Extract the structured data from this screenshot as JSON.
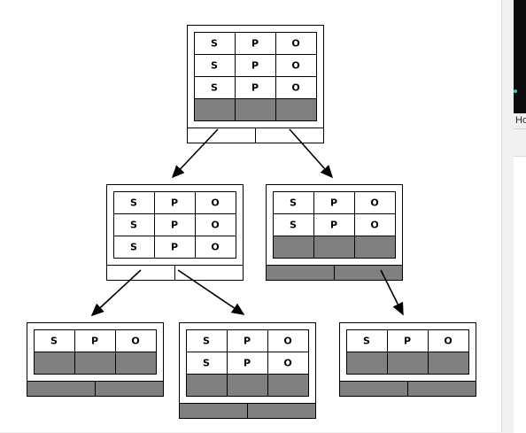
{
  "side": {
    "label": "Ho"
  },
  "diagram": {
    "colors": {
      "line": "#000000",
      "shade": "#808080",
      "paper": "#ffffff"
    },
    "nodes": [
      {
        "id": "root",
        "rows": [
          [
            "S",
            "P",
            "O"
          ],
          [
            "S",
            "P",
            "O"
          ],
          [
            "S",
            "P",
            "O"
          ]
        ],
        "empty_rows": 1,
        "pointer_shaded": false
      },
      {
        "id": "mid-left",
        "rows": [
          [
            "S",
            "P",
            "O"
          ],
          [
            "S",
            "P",
            "O"
          ],
          [
            "S",
            "P",
            "O"
          ]
        ],
        "empty_rows": 0,
        "pointer_shaded": false
      },
      {
        "id": "mid-right",
        "rows": [
          [
            "S",
            "P",
            "O"
          ],
          [
            "S",
            "P",
            "O"
          ]
        ],
        "empty_rows": 1,
        "pointer_shaded": true
      },
      {
        "id": "leaf-1",
        "rows": [
          [
            "S",
            "P",
            "O"
          ]
        ],
        "empty_rows": 1,
        "pointer_shaded": true
      },
      {
        "id": "leaf-2",
        "rows": [
          [
            "S",
            "P",
            "O"
          ],
          [
            "S",
            "P",
            "O"
          ]
        ],
        "empty_rows": 1,
        "pointer_shaded": true
      },
      {
        "id": "leaf-3",
        "rows": [
          [
            "S",
            "P",
            "O"
          ]
        ],
        "empty_rows": 1,
        "pointer_shaded": true
      }
    ],
    "edges": [
      {
        "from": "root",
        "to": "mid-left"
      },
      {
        "from": "root",
        "to": "mid-right"
      },
      {
        "from": "mid-left",
        "to": "leaf-1"
      },
      {
        "from": "mid-left",
        "to": "leaf-2"
      },
      {
        "from": "mid-right",
        "to": "leaf-3"
      }
    ]
  }
}
